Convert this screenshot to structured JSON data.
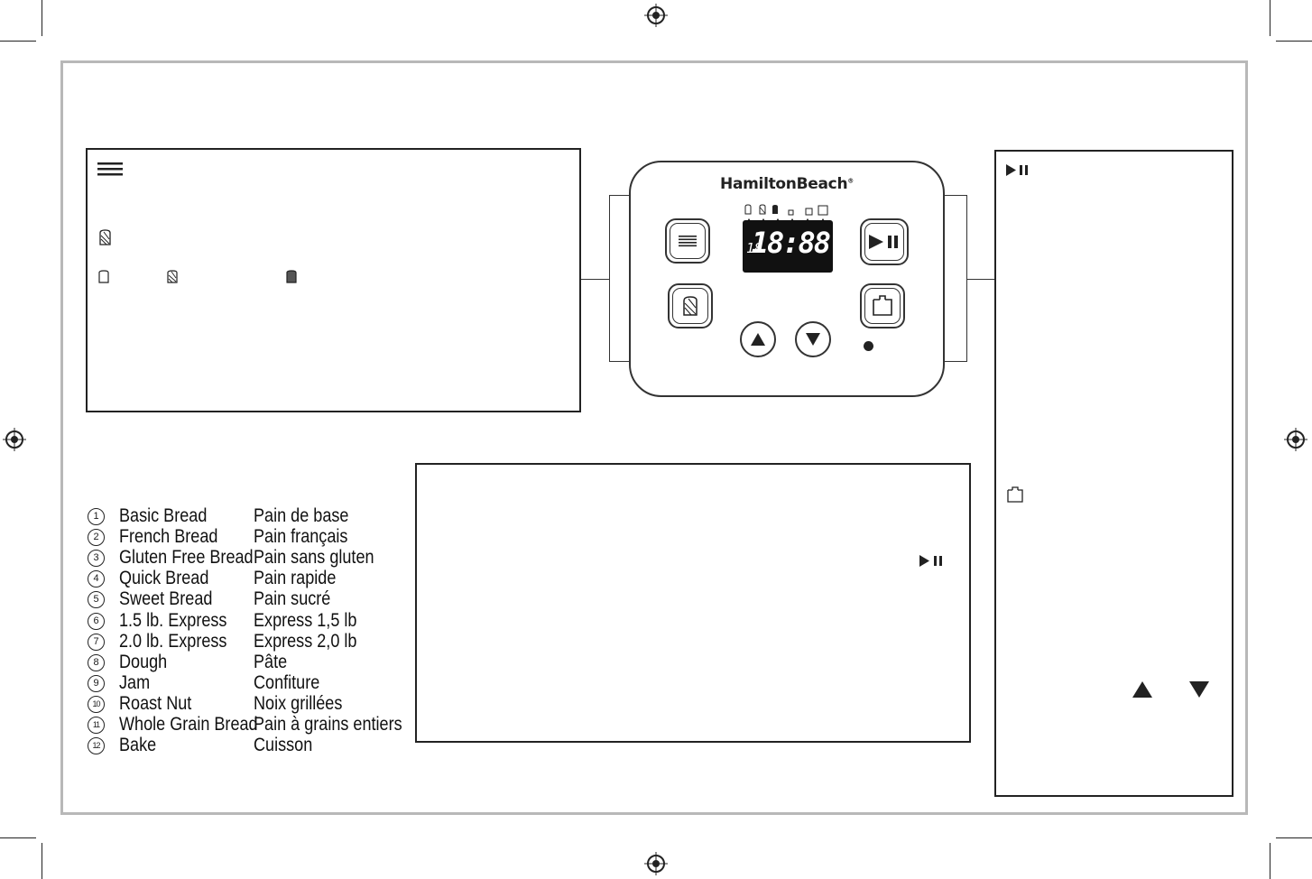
{
  "panel": {
    "brand": "HamiltonBeach",
    "brand_mark": "®",
    "display": {
      "program_number": "18",
      "time": "18:88"
    },
    "buttons": {
      "menu": "menu-icon",
      "crust": "crust-shade-icon",
      "start_pause": "play-pause-icon",
      "loaf_size": "loaf-size-icon",
      "up": "up-arrow-icon",
      "down": "down-arrow-icon",
      "indicator": "indicator-light"
    },
    "display_icons": [
      "light-crust-icon",
      "medium-crust-icon",
      "dark-crust-icon",
      "small-loaf-icon",
      "medium-loaf-icon",
      "large-loaf-icon"
    ]
  },
  "menu_box": {
    "icons": [
      "menu-icon",
      "crust-shade-icon",
      "light-crust-icon",
      "medium-crust-icon",
      "dark-crust-icon"
    ]
  },
  "right_box": {
    "icons": [
      "play-pause-icon",
      "loaf-size-icon",
      "up-arrow-icon",
      "down-arrow-icon"
    ]
  },
  "center_box": {
    "icons": [
      "play-pause-icon"
    ]
  },
  "programs": [
    {
      "num": "1",
      "en": "Basic Bread",
      "fr": "Pain de base"
    },
    {
      "num": "2",
      "en": "French Bread",
      "fr": "Pain français"
    },
    {
      "num": "3",
      "en": "Gluten Free Bread",
      "fr": "Pain sans gluten"
    },
    {
      "num": "4",
      "en": "Quick Bread",
      "fr": "Pain rapide"
    },
    {
      "num": "5",
      "en": "Sweet Bread",
      "fr": "Pain sucré"
    },
    {
      "num": "6",
      "en": "1.5 lb. Express",
      "fr": "Express 1,5  lb"
    },
    {
      "num": "7",
      "en": "2.0 lb. Express",
      "fr": "Express 2,0  lb"
    },
    {
      "num": "8",
      "en": "Dough",
      "fr": "Pâte"
    },
    {
      "num": "9",
      "en": "Jam",
      "fr": "Confiture"
    },
    {
      "num": "10",
      "en": "Roast Nut",
      "fr": "Noix grillées"
    },
    {
      "num": "11",
      "en": "Whole Grain Bread",
      "fr": "Pain à grains entiers"
    },
    {
      "num": "12",
      "en": "Bake",
      "fr": "Cuisson"
    }
  ]
}
